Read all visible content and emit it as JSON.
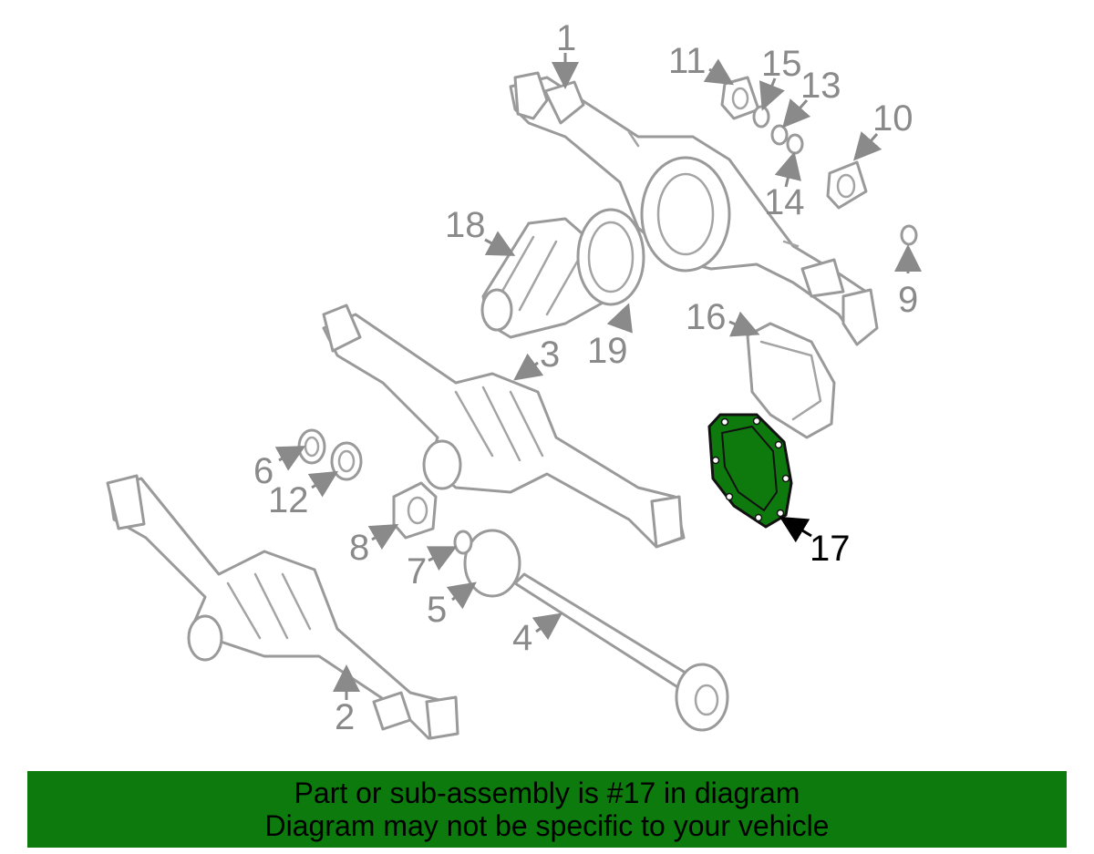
{
  "diagram": {
    "callouts": [
      {
        "id": "1",
        "text": "1"
      },
      {
        "id": "2",
        "text": "2"
      },
      {
        "id": "3",
        "text": "3"
      },
      {
        "id": "4",
        "text": "4"
      },
      {
        "id": "5",
        "text": "5"
      },
      {
        "id": "6",
        "text": "6"
      },
      {
        "id": "7",
        "text": "7"
      },
      {
        "id": "8",
        "text": "8"
      },
      {
        "id": "9",
        "text": "9"
      },
      {
        "id": "10",
        "text": "10"
      },
      {
        "id": "11",
        "text": "11"
      },
      {
        "id": "12",
        "text": "12"
      },
      {
        "id": "13",
        "text": "13"
      },
      {
        "id": "14",
        "text": "14"
      },
      {
        "id": "15",
        "text": "15"
      },
      {
        "id": "16",
        "text": "16"
      },
      {
        "id": "17",
        "text": "17"
      },
      {
        "id": "18",
        "text": "18"
      },
      {
        "id": "19",
        "text": "19"
      }
    ],
    "highlighted_part": "17",
    "highlight_color": "#0c7a0c",
    "label_color": "#8a8a8a"
  },
  "banner": {
    "line1": "Part or sub-assembly is #17 in diagram",
    "line2": "Diagram may not be specific to your vehicle",
    "background": "#0c7a0c"
  }
}
